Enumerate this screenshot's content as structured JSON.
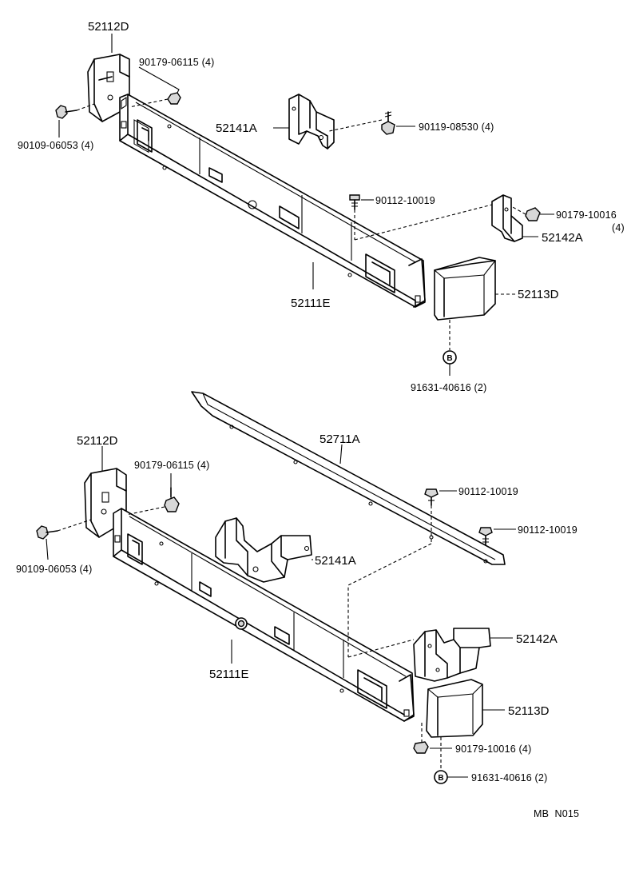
{
  "diagram_id": "MB  N015",
  "upper_assembly": {
    "labels": {
      "corner_left": "52112D",
      "nut_top": "90179-06115 (4)",
      "screw_left": "90109-06053 (4)",
      "bracket_left": "52141A",
      "bolt_right": "90119-08530 (4)",
      "bolt_center": "90112-10019",
      "nut_right": "90179-10016",
      "nut_right_qty": "(4)",
      "bracket_right": "52142A",
      "reinforcement": "52111E",
      "corner_right": "52113D",
      "clip_marker": "B",
      "clip": "91631-40616 (2)"
    }
  },
  "lower_assembly": {
    "labels": {
      "corner_left": "52112D",
      "nut_top": "90179-06115 (4)",
      "screw_left": "90109-06053 (4)",
      "bracket_left": "52141A",
      "reinforcement": "52111E",
      "plate": "52711A",
      "bolt_a": "90112-10019",
      "bolt_b": "90112-10019",
      "bracket_right": "52142A",
      "corner_right": "52113D",
      "nut_bottom": "90179-10016 (4)",
      "clip_marker": "B",
      "clip": "91631-40616 (2)"
    }
  }
}
